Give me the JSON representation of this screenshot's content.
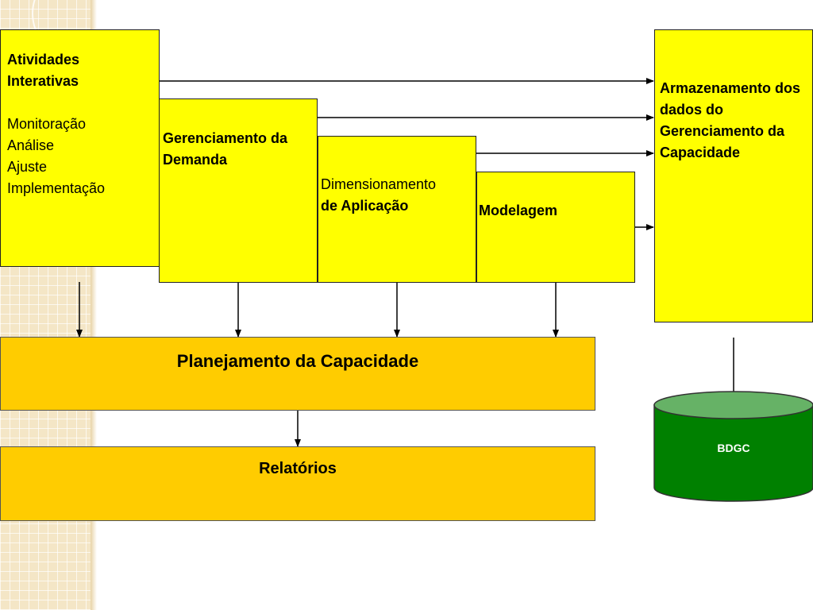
{
  "atividades": {
    "title": "Atividades Interativas",
    "items": [
      "Monitoração",
      "Análise",
      "Ajuste",
      "Implementação"
    ]
  },
  "gerenciamento": {
    "label": "Gerenciamento da Demanda"
  },
  "dimensionamento": {
    "line1": "Dimensionamento",
    "line2": "de Aplicação"
  },
  "modelagem": {
    "label": "Modelagem"
  },
  "armazenamento": {
    "label": "Armazenamento dos dados do Gerenciamento da Capacidade"
  },
  "planejamento": {
    "label": "Planejamento da Capacidade"
  },
  "relatorios": {
    "label": "Relatórios"
  },
  "database": {
    "label": "BDGC"
  },
  "colors": {
    "box_yellow": "#ffff00",
    "bar_orange": "#ffcc00",
    "db_green": "#008000",
    "db_top_green": "#66b266"
  }
}
